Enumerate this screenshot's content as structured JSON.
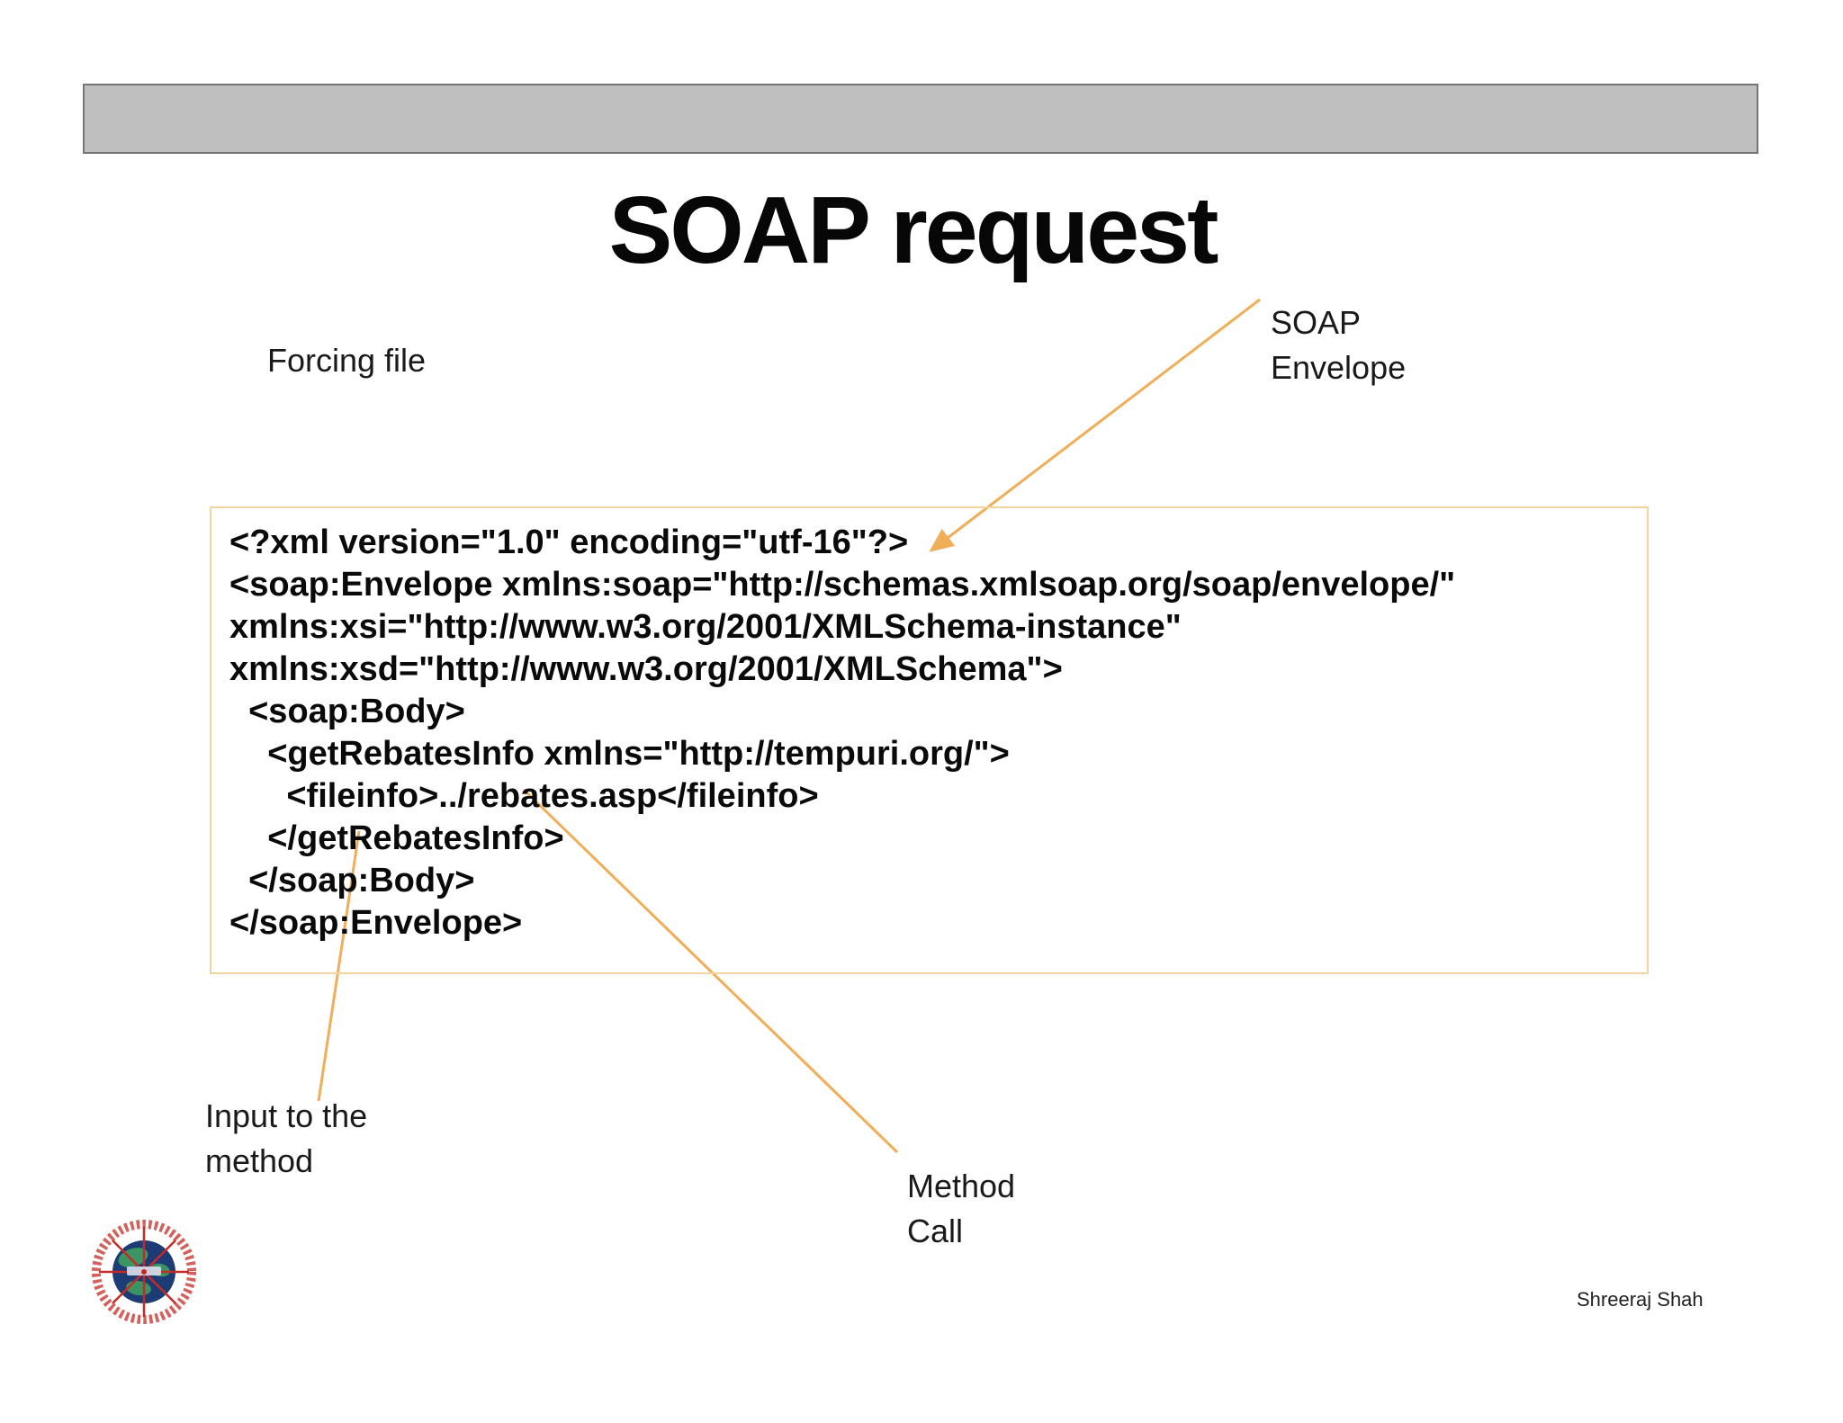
{
  "slide": {
    "title": "SOAP request",
    "author": "Shreeraj Shah"
  },
  "labels": {
    "forcing_file": "Forcing file",
    "soap_envelope": {
      "lines": [
        "SOAP",
        "Envelope"
      ]
    },
    "input_method": {
      "lines": [
        "Input to the",
        "method"
      ]
    },
    "method_call": {
      "lines": [
        "Method",
        "Call"
      ]
    }
  },
  "code": {
    "lines": [
      "<?xml version=\"1.0\" encoding=\"utf-16\"?>",
      "<soap:Envelope xmlns:soap=\"http://schemas.xmlsoap.org/soap/envelope/\"",
      "xmlns:xsi=\"http://www.w3.org/2001/XMLSchema-instance\"",
      "xmlns:xsd=\"http://www.w3.org/2001/XMLSchema\">",
      "  <soap:Body>",
      "    <getRebatesInfo xmlns=\"http://tempuri.org/\">",
      "      <fileinfo>../rebates.asp</fileinfo>",
      "    </getRebatesInfo>",
      "  </soap:Body>",
      "</soap:Envelope>"
    ]
  },
  "colors": {
    "banner_fill": "#bfbfbf",
    "banner_border": "#757575",
    "code_box_border": "#f6d49e",
    "connector_orange": "#efae57",
    "logo_red": "#c52b26",
    "logo_globe_blue": "#1d3b74",
    "logo_land_green": "#3a9463",
    "text_black": "#0a0a0a"
  }
}
